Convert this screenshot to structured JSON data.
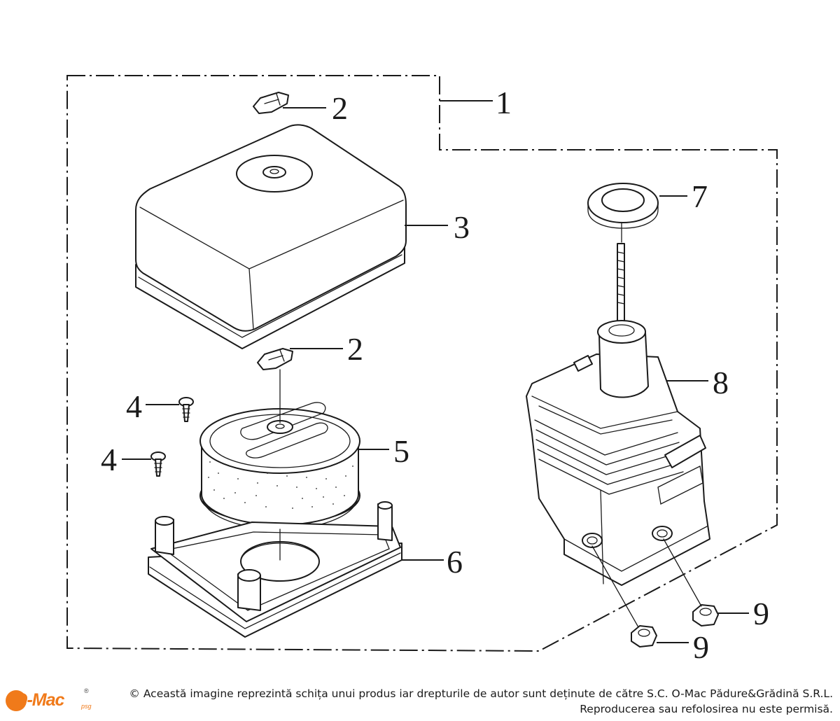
{
  "callouts": {
    "c1": "1",
    "c2a": "2",
    "c2b": "2",
    "c3": "3",
    "c4a": "4",
    "c4b": "4",
    "c5": "5",
    "c6": "6",
    "c7": "7",
    "c8": "8",
    "c9a": "9",
    "c9b": "9"
  },
  "footer": {
    "logo_text": "O-Mac",
    "logo_registered": "®",
    "logo_suffix": "psg",
    "copyright_line1": "© Această imagine reprezintă schița unui produs iar drepturile de autor sunt deținute de către S.C. O-Mac Pădure&Grădină S.R.L.",
    "copyright_line2": "Reproducerea sau refolosirea nu este permisă."
  },
  "colors": {
    "brand": "#f07a1a",
    "line": "#1a1a1a"
  }
}
